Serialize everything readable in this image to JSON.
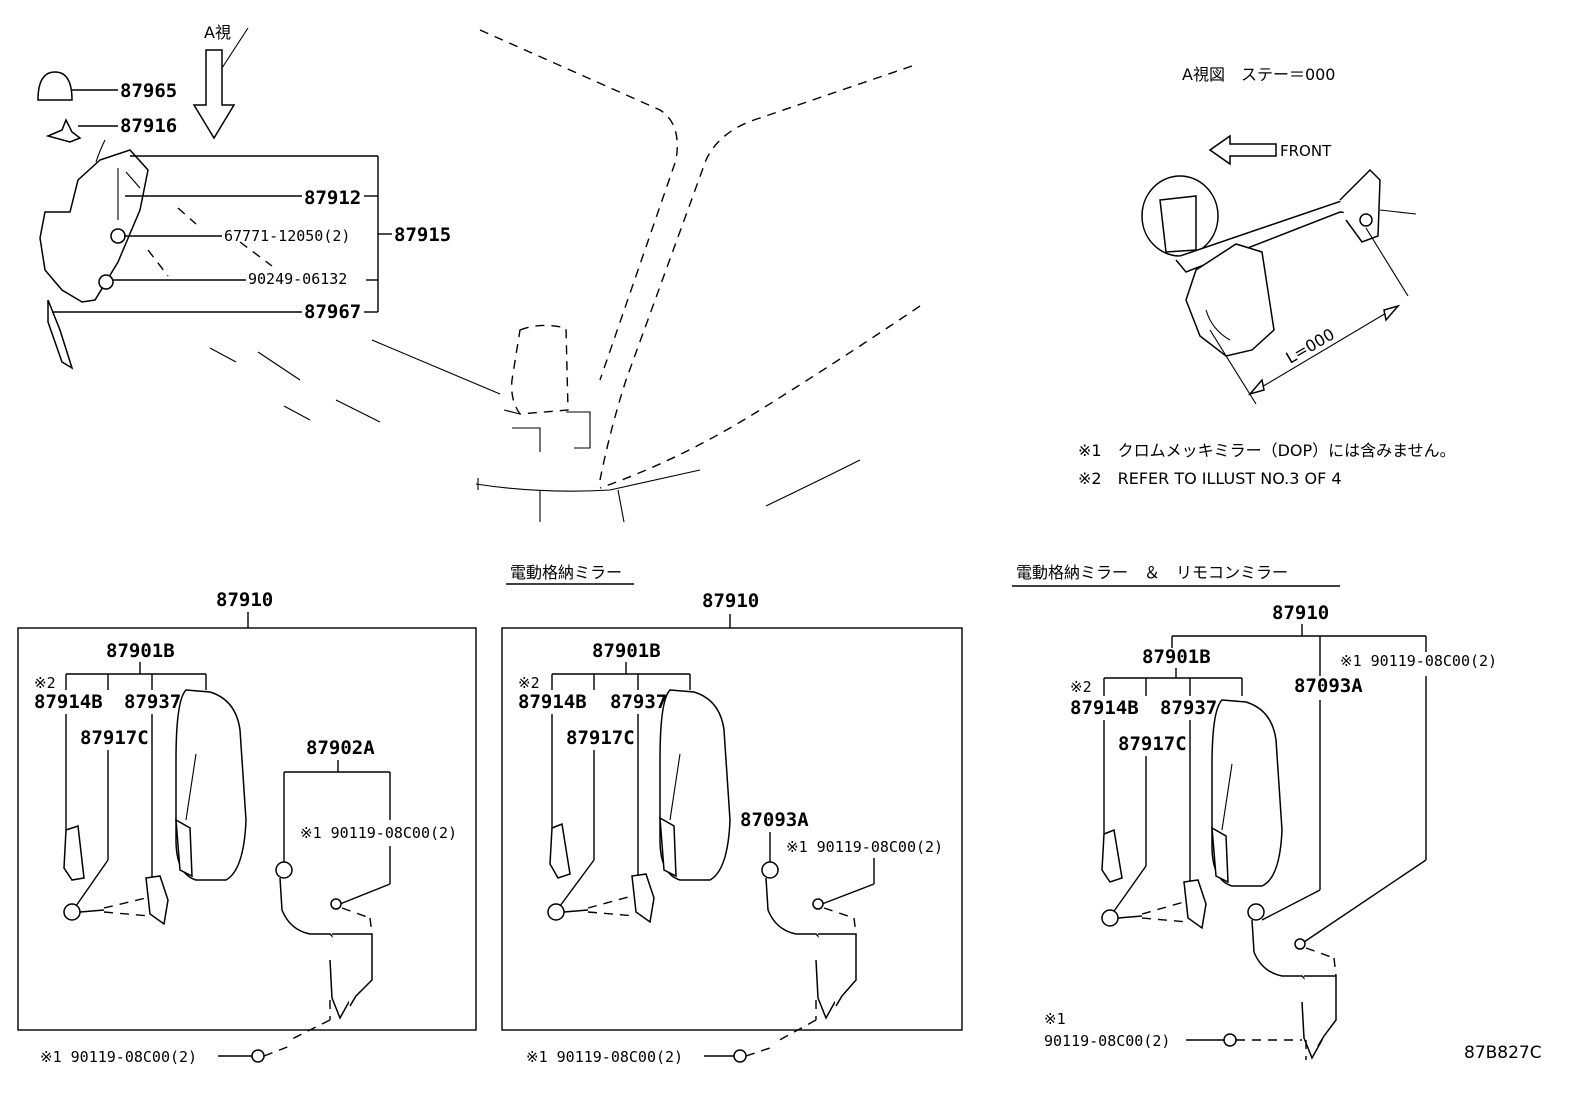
{
  "top_left": {
    "view_arrow_label": "A視",
    "labels": {
      "p87965": "87965",
      "p87916": "87916",
      "p87912": "87912",
      "p67771": "67771-12050(2)",
      "p87915": "87915",
      "p90249": "90249-06132",
      "p87967": "87967"
    }
  },
  "view_a": {
    "title": "A視図　ステー＝000",
    "front_label": "FRONT",
    "length_label": "L=000"
  },
  "notes": [
    "※1　クロムメッキミラー（DOP）には含みません。",
    "※2　REFER TO ILLUST NO.3 OF 4"
  ],
  "box1": {
    "assembly": "87910",
    "mirror": "87901B",
    "ref_mark": "※2",
    "p87914B": "87914B",
    "p87937": "87937",
    "p87917C": "87917C",
    "stay": "87902A",
    "screw_upper": "※1 90119-08C00(2)",
    "screw_lower": "※1 90119-08C00(2)"
  },
  "box2": {
    "heading": "電動格納ミラー",
    "assembly": "87910",
    "mirror": "87901B",
    "ref_mark": "※2",
    "p87914B": "87914B",
    "p87937": "87937",
    "p87917C": "87917C",
    "stay": "87093A",
    "screw_upper": "※1 90119-08C00(2)",
    "screw_lower": "※1 90119-08C00(2)"
  },
  "box3": {
    "heading": "電動格納ミラー　＆　リモコンミラー",
    "assembly": "87910",
    "mirror": "87901B",
    "ref_mark": "※2",
    "p87914B": "87914B",
    "p87937": "87937",
    "p87917C": "87917C",
    "stay": "87093A",
    "screw_upper": "※1 90119-08C00(2)",
    "screw_lower_mark": "※1",
    "screw_lower": "90119-08C00(2)"
  },
  "illust_code": "87B827C"
}
